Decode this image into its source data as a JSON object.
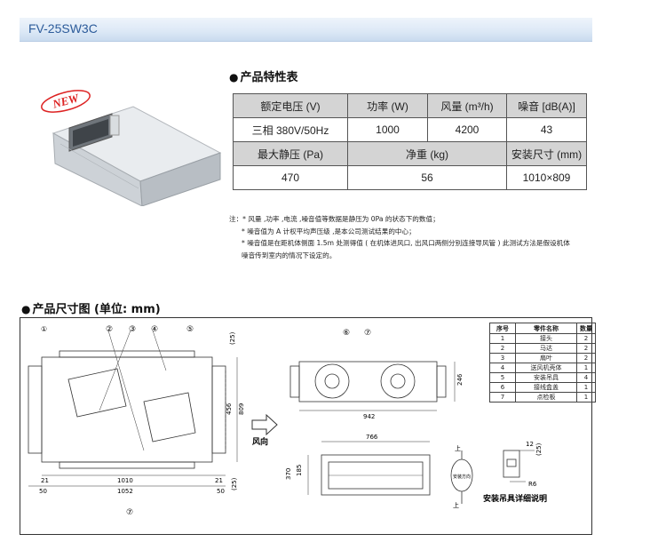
{
  "header": {
    "title": "FV-25SW3C"
  },
  "product": {
    "badge": "NEW"
  },
  "spec_section": {
    "title": "产品特性表",
    "row1_headers": [
      "额定电压 (V)",
      "功率 (W)",
      "风量 (m³/h)",
      "噪音 [dB(A)]"
    ],
    "row1_values": [
      "三相 380V/50Hz",
      "1000",
      "4200",
      "43"
    ],
    "row2_headers": [
      "最大静压 (Pa)",
      "净重 (kg)",
      "安装尺寸 (mm)"
    ],
    "row2_values": [
      "470",
      "56",
      "1010×809"
    ]
  },
  "notes": [
    "注：* 风量 ,功率 ,电流 ,噪音值等数据是静压为 0Pa 的状态下的数值；",
    "* 噪音值为 A 计权平均声压级 ,是本公司测试结果的中心；",
    "* 噪音值是在距机体侧面 1.5m 处测得值 ( 在机体进风口, 出风口两侧分别连接导风管 ) 此测试方法是假设机体",
    "噪音传到室内的情况下设定的。"
  ],
  "dimension_section": {
    "title": "产品尺寸图 (单位: mm)"
  },
  "parts_table": {
    "headers": [
      "序号",
      "零件名称",
      "数量"
    ],
    "rows": [
      [
        "1",
        "接头",
        "2"
      ],
      [
        "2",
        "马达",
        "2"
      ],
      [
        "3",
        "扇叶",
        "2"
      ],
      [
        "4",
        "送风机壳体",
        "1"
      ],
      [
        "5",
        "安装吊具",
        "4"
      ],
      [
        "6",
        "接线盒盖",
        "1"
      ],
      [
        "7",
        "点检板",
        "1"
      ]
    ]
  },
  "drawing": {
    "callouts": [
      "①",
      "②",
      "③",
      "④",
      "⑤",
      "⑥",
      "⑦"
    ],
    "dims_front": {
      "d25_top": "(25)",
      "d456": "456",
      "d809": "809",
      "d21": "21",
      "d50": "50",
      "d1010": "1010",
      "d1052": "1052",
      "d25_bottom": "(25)"
    },
    "dims_top": {
      "d246": "246",
      "d942": "942"
    },
    "dims_bottom": {
      "d766": "766",
      "d185": "185",
      "d370": "370"
    },
    "dims_hanger": {
      "d12": "12",
      "d25": "(25)",
      "r6": "R6"
    },
    "airflow_label": "风向",
    "up_label": "上",
    "mount_label": "安装方向",
    "hanger_title": "安装吊具详细说明"
  }
}
